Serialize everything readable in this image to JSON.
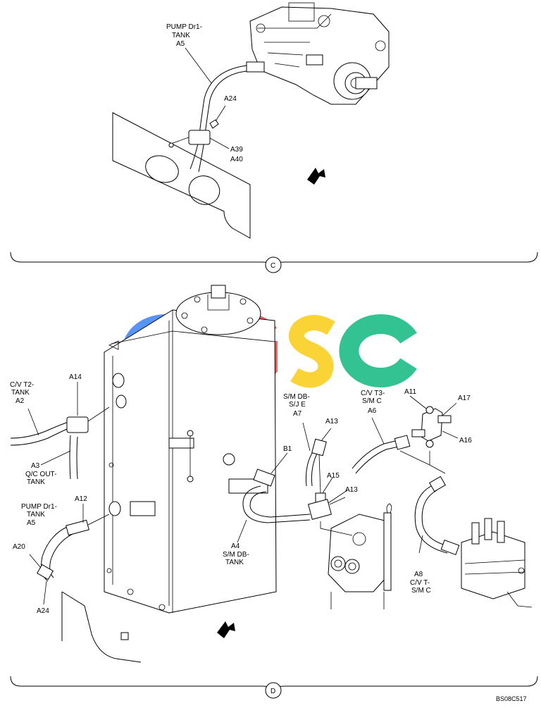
{
  "watermark": {
    "letters": [
      "C",
      "G",
      "S",
      "C"
    ],
    "colors": [
      "#3b82f6",
      "#ef4444",
      "#facc15",
      "#10b981"
    ]
  },
  "section_c": {
    "marker": "C",
    "labels": {
      "pump_dr1_l1": "PUMP Dr1-",
      "pump_dr1_l2": "TANK",
      "a5": "A5",
      "a24": "A24",
      "a39": "A39",
      "a40": "A40"
    }
  },
  "section_d": {
    "marker": "D",
    "labels": {
      "cvt2_l1": "C/V T2-",
      "cvt2_l2": "TANK",
      "a2": "A2",
      "a14": "A14",
      "a3": "A3",
      "qc_out_l1": "Q/C OUT-",
      "qc_out_l2": "TANK",
      "pump_dr1_l1": "PUMP Dr1-",
      "pump_dr1_l2": "TANK",
      "a5": "A5",
      "a12": "A12",
      "a20": "A20",
      "a24": "A24",
      "smdb_sje_l1": "S/M DB-",
      "smdb_sje_l2": "S/J E",
      "a7": "A7",
      "a13_top": "A13",
      "b1": "B1",
      "a15": "A15",
      "a13_bottom": "A13",
      "a4": "A4",
      "smdb_tank_l1": "S/M DB-",
      "smdb_tank_l2": "TANK",
      "cvt3_l1": "C/V T3-",
      "cvt3_l2": "S/M C",
      "a6": "A6",
      "a11": "A11",
      "a17": "A17",
      "a16": "A16",
      "a8": "A8",
      "cvt_smc_l1": "C/V T-",
      "cvt_smc_l2": "S/M C"
    }
  },
  "figure_code": "BS08C517"
}
